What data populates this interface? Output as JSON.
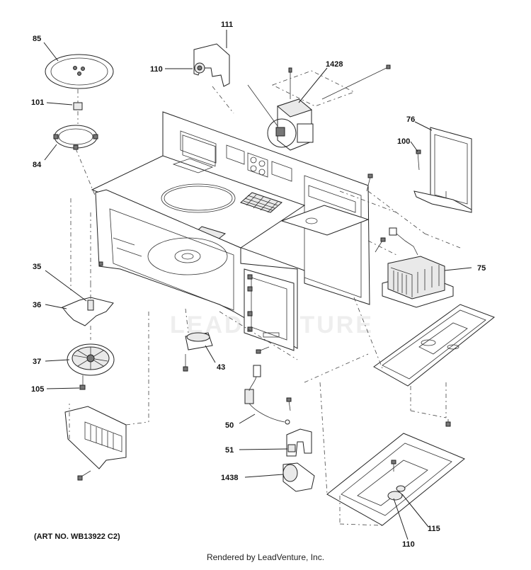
{
  "diagram": {
    "callouts": [
      "85",
      "101",
      "84",
      "111",
      "110",
      "1428",
      "76",
      "100",
      "75",
      "35",
      "36",
      "37",
      "105",
      "43",
      "50",
      "51",
      "1438",
      "115",
      "110"
    ],
    "art_number": "(ART NO. WB13922 C2)",
    "watermark": "LEADVENTURE"
  },
  "footer": {
    "rendered_by": "Rendered by LeadVenture, Inc."
  }
}
